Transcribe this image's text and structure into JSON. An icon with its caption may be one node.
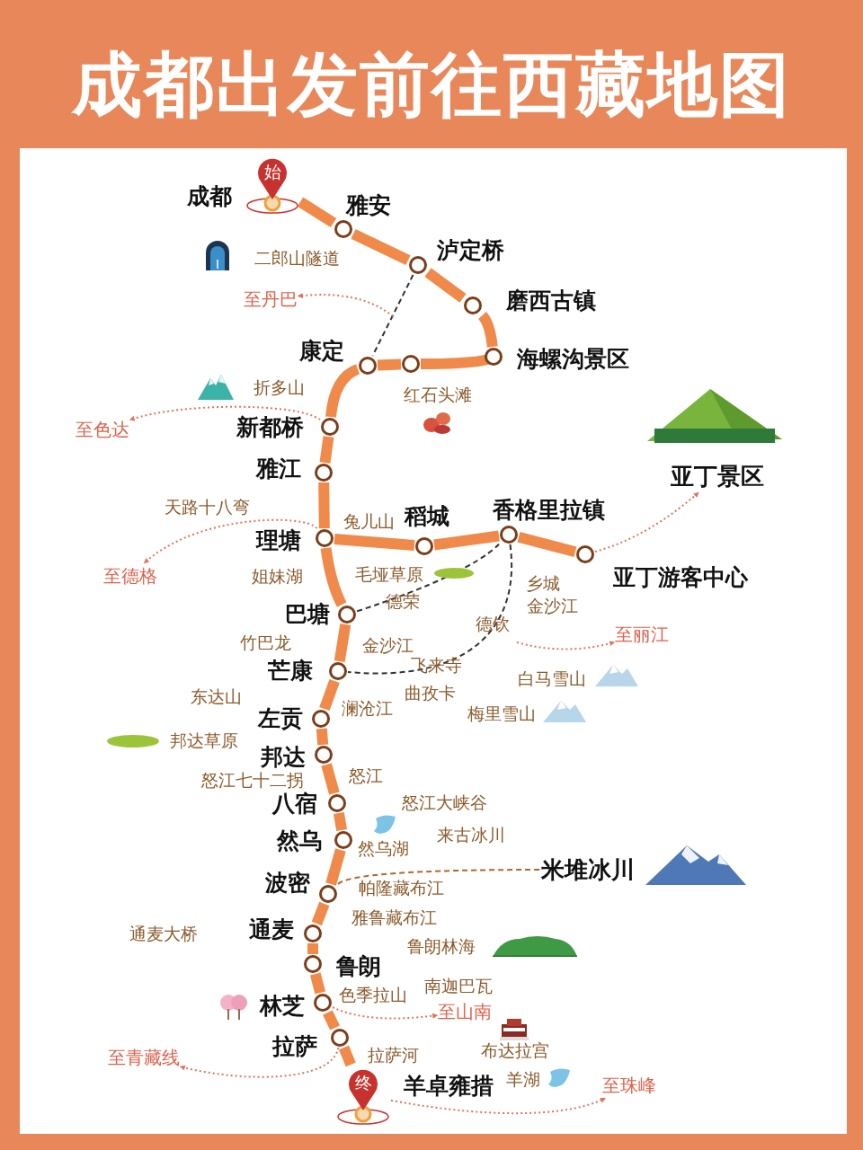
{
  "diagram": {
    "title": "成都出发前往西藏地图",
    "nodes": [
      {
        "text": [
          "始"
        ],
        "beside": [
          "成都"
        ]
      },
      {
        "text": [],
        "shape": "circle",
        "beside": [
          "雅安"
        ]
      },
      {
        "text": [],
        "shape": "circle",
        "beside": [
          "泸定桥"
        ]
      },
      {
        "text": [],
        "shape": "circle",
        "beside": [
          "磨西古镇"
        ]
      },
      {
        "text": [],
        "shape": "circle",
        "beside": [
          "海螺沟景区"
        ]
      },
      {
        "text": [],
        "shape": "circle",
        "beside": [
          "红石头滩"
        ]
      },
      {
        "text": [],
        "shape": "circle",
        "beside": [
          "康定"
        ]
      },
      {
        "text": [],
        "shape": "circle",
        "beside": [
          "新都桥"
        ]
      },
      {
        "text": [],
        "shape": "circle",
        "beside": [
          "雅江"
        ]
      },
      {
        "text": [],
        "shape": "circle",
        "beside": [
          "理塘"
        ]
      },
      {
        "text": [],
        "shape": "circle",
        "beside": [
          "稻城"
        ]
      },
      {
        "text": [],
        "shape": "circle",
        "beside": [
          "香格里拉镇"
        ]
      },
      {
        "text": [],
        "shape": "circle",
        "beside": [
          "亚丁游客中心"
        ]
      },
      {
        "text": [],
        "shape": "circle",
        "beside": [
          "巴塘"
        ]
      },
      {
        "text": [],
        "shape": "circle",
        "beside": [
          "芒康"
        ]
      },
      {
        "text": [],
        "shape": "circle",
        "beside": [
          "左贡"
        ]
      },
      {
        "text": [],
        "shape": "circle",
        "beside": [
          "邦达"
        ]
      },
      {
        "text": [],
        "shape": "circle",
        "beside": [
          "八宿"
        ]
      },
      {
        "text": [],
        "shape": "circle",
        "beside": [
          "然乌"
        ]
      },
      {
        "text": [],
        "shape": "circle",
        "beside": [
          "波密"
        ]
      },
      {
        "text": [],
        "shape": "circle",
        "beside": [
          "通麦"
        ]
      },
      {
        "text": [],
        "shape": "circle",
        "beside": [
          "鲁朗"
        ]
      },
      {
        "text": [],
        "shape": "circle",
        "beside": [
          "林芝"
        ]
      },
      {
        "text": [],
        "shape": "circle",
        "beside": [
          "拉萨"
        ]
      },
      {
        "text": [
          "终"
        ],
        "beside": [
          "羊卓雍措"
        ]
      },
      {
        "text": [
          "至丹巴"
        ]
      },
      {
        "text": [
          "至色达"
        ]
      },
      {
        "text": [
          "至德格"
        ]
      },
      {
        "text": [
          "亚丁景区"
        ]
      },
      {
        "text": [
          "至丽江"
        ]
      },
      {
        "text": [
          "米堆冰川"
        ]
      },
      {
        "text": [
          "至山南"
        ]
      },
      {
        "text": [
          "至青藏线"
        ]
      },
      {
        "text": [
          "至珠峰"
        ]
      }
    ],
    "edges": [
      {
        "from": 0,
        "to": 1,
        "arrow": "none"
      },
      {
        "from": 1,
        "to": 2,
        "arrow": "none"
      },
      {
        "from": 2,
        "to": 3,
        "arrow": "none"
      },
      {
        "from": 3,
        "to": 4,
        "arrow": "none"
      },
      {
        "from": 4,
        "to": 5,
        "arrow": "none"
      },
      {
        "from": 5,
        "to": 6,
        "arrow": "none"
      },
      {
        "from": 6,
        "to": 7,
        "arrow": "none"
      },
      {
        "from": 7,
        "to": 8,
        "arrow": "none"
      },
      {
        "from": 8,
        "to": 9,
        "arrow": "none"
      },
      {
        "from": 9,
        "to": 10,
        "arrow": "none"
      },
      {
        "from": 10,
        "to": 11,
        "arrow": "none"
      },
      {
        "from": 11,
        "to": 12,
        "arrow": "none"
      },
      {
        "from": 9,
        "to": 13,
        "arrow": "none"
      },
      {
        "from": 13,
        "to": 14,
        "arrow": "none"
      },
      {
        "from": 14,
        "to": 15,
        "arrow": "none"
      },
      {
        "from": 15,
        "to": 16,
        "arrow": "none"
      },
      {
        "from": 16,
        "to": 17,
        "arrow": "none"
      },
      {
        "from": 17,
        "to": 18,
        "arrow": "none"
      },
      {
        "from": 18,
        "to": 19,
        "arrow": "none"
      },
      {
        "from": 19,
        "to": 20,
        "arrow": "none"
      },
      {
        "from": 20,
        "to": 21,
        "arrow": "none"
      },
      {
        "from": 21,
        "to": 22,
        "arrow": "none"
      },
      {
        "from": 22,
        "to": 23,
        "arrow": "none"
      },
      {
        "from": 23,
        "to": 24,
        "arrow": "none"
      },
      {
        "from": 2,
        "to": 6,
        "arrow": "none",
        "style": "dashed",
        "color": "#333333"
      },
      {
        "from": 13,
        "to": 11,
        "arrow": "none",
        "style": "dashed",
        "color": "#333333"
      },
      {
        "from": 11,
        "to": 14,
        "arrow": "none",
        "style": "dashed",
        "color": "#333333"
      },
      {
        "from": 19,
        "to": 30,
        "arrow": "none",
        "style": "dashed",
        "color": "#b5662f"
      },
      {
        "from": null,
        "to": 25,
        "arrow": "to",
        "style": "dashed",
        "color": "#e0745a"
      },
      {
        "from": 7,
        "to": 26,
        "arrow": "to",
        "style": "dashed",
        "color": "#e0745a"
      },
      {
        "from": 9,
        "to": 27,
        "arrow": "to",
        "style": "dashed",
        "color": "#e0745a"
      },
      {
        "from": 12,
        "to": 28,
        "arrow": "to",
        "style": "dashed",
        "color": "#e0745a"
      },
      {
        "from": null,
        "to": 29,
        "arrow": "to",
        "style": "dashed",
        "color": "#e0745a"
      },
      {
        "from": 22,
        "to": 31,
        "arrow": "to",
        "style": "dashed",
        "color": "#e0745a"
      },
      {
        "from": 23,
        "to": 32,
        "arrow": "to",
        "style": "dashed",
        "color": "#e0745a"
      },
      {
        "from": 24,
        "to": 33,
        "arrow": "to",
        "style": "dashed",
        "color": "#e0745a"
      }
    ],
    "labels": [
      "二郎山隧道",
      "折多山",
      "天路十八弯",
      "兔儿山",
      "姐妹湖",
      "毛垭草原",
      "乡城",
      "德荣",
      "金沙江",
      "德钦",
      "竹巴龙",
      "金沙江",
      "飞来寺",
      "白马雪山",
      "东达山",
      "曲孜卡",
      "澜沧江",
      "梅里雪山",
      "邦达草原",
      "怒江",
      "怒江七十二拐",
      "怒江大峡谷",
      "来古冰川",
      "然乌湖",
      "帕隆藏布江",
      "雅鲁藏布江",
      "通麦大桥",
      "鲁朗林海",
      "南迦巴瓦",
      "色季拉山",
      "布达拉宫",
      "拉萨河",
      "羊湖"
    ]
  }
}
